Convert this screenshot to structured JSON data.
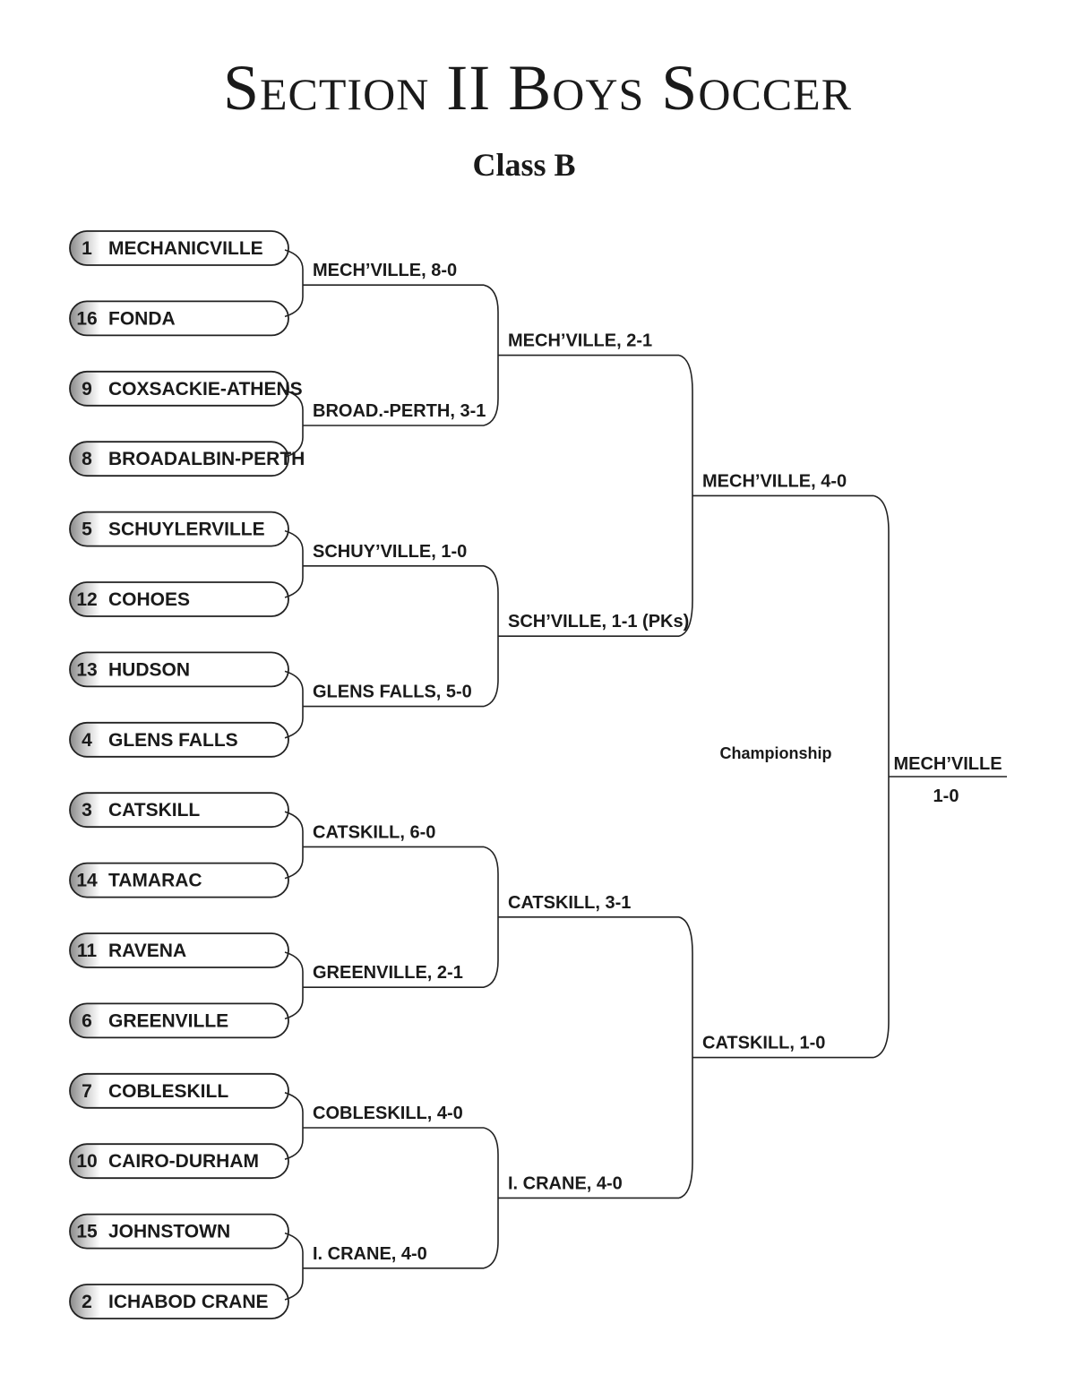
{
  "title": "Section II Boys Soccer",
  "subtitle": "Class B",
  "teams": [
    {
      "seed": "1",
      "name": "MECHANICVILLE"
    },
    {
      "seed": "16",
      "name": "FONDA"
    },
    {
      "seed": "9",
      "name": "COXSACKIE-ATHENS"
    },
    {
      "seed": "8",
      "name": "BROADALBIN-PERTH"
    },
    {
      "seed": "5",
      "name": "SCHUYLERVILLE"
    },
    {
      "seed": "12",
      "name": "COHOES"
    },
    {
      "seed": "13",
      "name": "HUDSON"
    },
    {
      "seed": "4",
      "name": "GLENS FALLS"
    },
    {
      "seed": "3",
      "name": "CATSKILL"
    },
    {
      "seed": "14",
      "name": "TAMARAC"
    },
    {
      "seed": "11",
      "name": "RAVENA"
    },
    {
      "seed": "6",
      "name": "GREENVILLE"
    },
    {
      "seed": "7",
      "name": "COBLESKILL"
    },
    {
      "seed": "10",
      "name": "CAIRO-DURHAM"
    },
    {
      "seed": "15",
      "name": "JOHNSTOWN"
    },
    {
      "seed": "2",
      "name": "ICHABOD CRANE"
    }
  ],
  "round1": [
    "MECH’VILLE, 8-0",
    "BROAD.-PERTH, 3-1",
    "SCHUY’VILLE, 1-0",
    "GLENS FALLS, 5-0",
    "CATSKILL, 6-0",
    "GREENVILLE, 2-1",
    "COBLESKILL, 4-0",
    "I. CRANE, 4-0"
  ],
  "quarterfinals": [
    "MECH’VILLE, 2-1",
    "SCH’VILLE, 1-1 (PKs)",
    "CATSKILL, 3-1",
    "I. CRANE, 4-0"
  ],
  "semifinals": [
    "MECH’VILLE, 4-0",
    "CATSKILL, 1-0"
  ],
  "championship": {
    "label": "Championship",
    "winner": "MECH’VILLE",
    "score": "1-0"
  }
}
